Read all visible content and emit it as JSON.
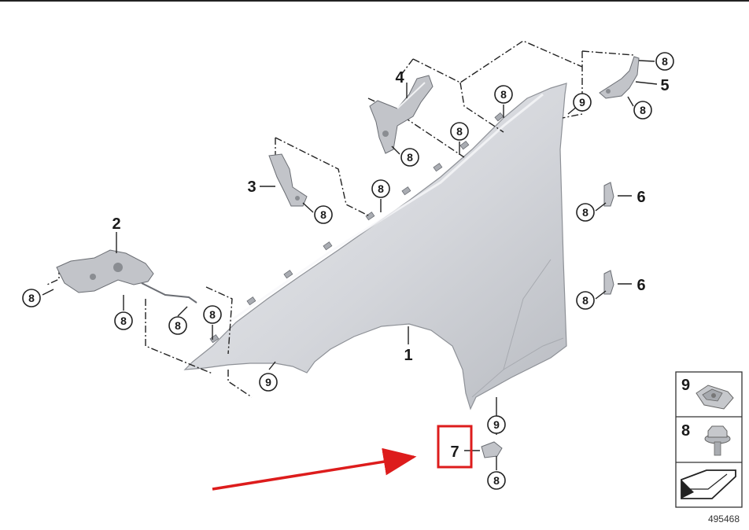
{
  "diagram_number": "495468",
  "highlight_color": "#dd1c1c",
  "callouts": {
    "fender": "1",
    "bracket_left": "2",
    "bracket_mid": "3",
    "bracket_upper": "4",
    "bracket_right": "5",
    "clip_upper": "6",
    "clip_lower": "6",
    "clip_bottom": "7",
    "bolt": "8",
    "nut": "9"
  },
  "legend": [
    {
      "number": "9",
      "icon": "clip-nut-icon"
    },
    {
      "number": "8",
      "icon": "hex-bolt-icon"
    },
    {
      "number": "",
      "icon": "fender-arrow-icon"
    }
  ]
}
